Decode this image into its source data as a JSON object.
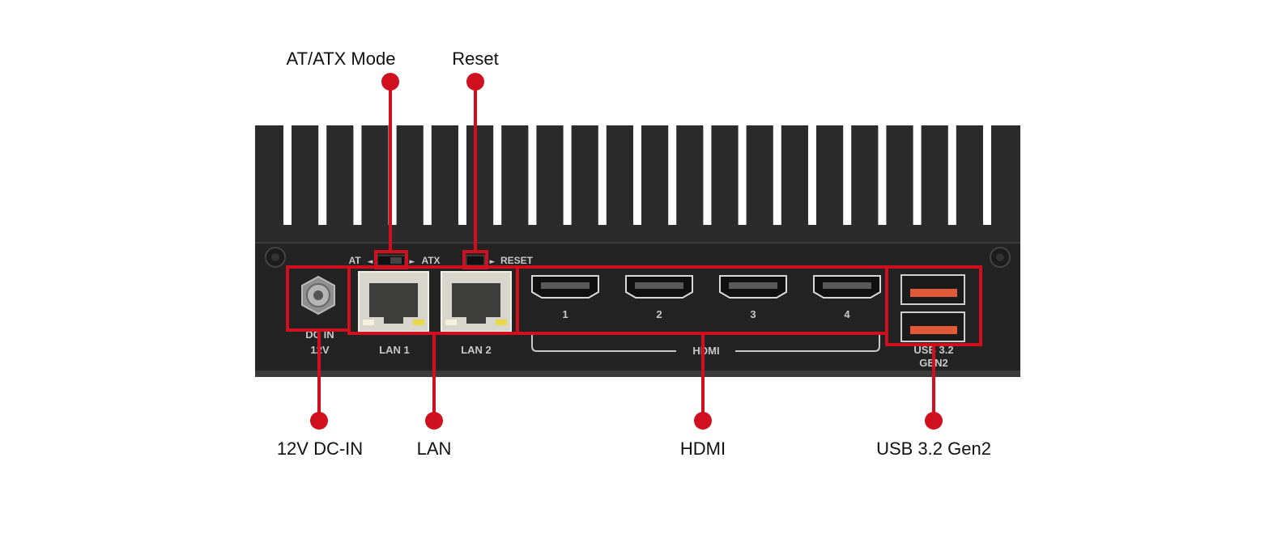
{
  "colors": {
    "callout": "#d0101e",
    "chassis": "#2b2b2b",
    "panel": "#232323",
    "fin_gap": "#ffffff",
    "silk": "#c8c8c8",
    "lan_body": "#d8d5cc",
    "usb_tongue": "#e05a3a"
  },
  "callouts": {
    "atatx": "AT/ATX Mode",
    "reset": "Reset",
    "dcin": "12V DC-IN",
    "lan": "LAN",
    "hdmi": "HDMI",
    "usb": "USB 3.2 Gen2"
  },
  "panel_labels": {
    "at": "AT",
    "atx": "ATX",
    "reset": "RESET",
    "dcin_1": "DC IN",
    "dcin_2": "12V",
    "lan1": "LAN 1",
    "lan2": "LAN 2",
    "hdmi_1": "1",
    "hdmi_2": "2",
    "hdmi_3": "3",
    "hdmi_4": "4",
    "hdmi_group": "HDMI",
    "usb_1": "USB 3.2",
    "usb_2": "GEN2"
  },
  "icons": {
    "arrow_left": "◄",
    "arrow_right": "►"
  }
}
